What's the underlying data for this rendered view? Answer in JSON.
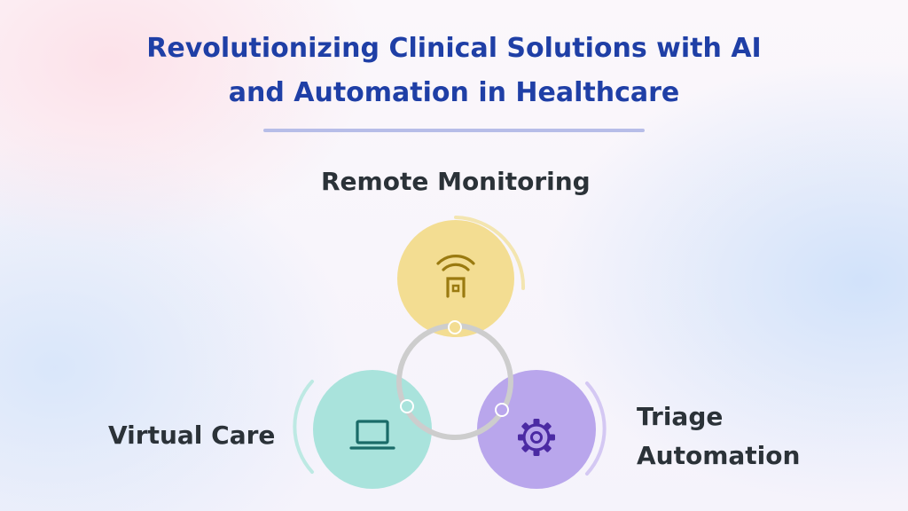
{
  "title": {
    "line1": "Revolutionizing Clinical Solutions with AI",
    "line2": "and Automation in Healthcare"
  },
  "nodes": {
    "remote": {
      "label": "Remote Monitoring",
      "icon": "wifi-home-icon",
      "color": "#f3dd92",
      "icon_color": "#9a7a10"
    },
    "virtual": {
      "label": "Virtual Care",
      "icon": "laptop-icon",
      "color": "#a9e3dc",
      "icon_color": "#1a6b68"
    },
    "triage": {
      "label_line1": "Triage",
      "label_line2": "Automation",
      "icon": "gear-icon",
      "color": "#b9a6ec",
      "icon_color": "#4b2aa3"
    }
  },
  "colors": {
    "title": "#1f3fa6",
    "rule": "#b7bde8",
    "ring": "#cdcdcd"
  }
}
